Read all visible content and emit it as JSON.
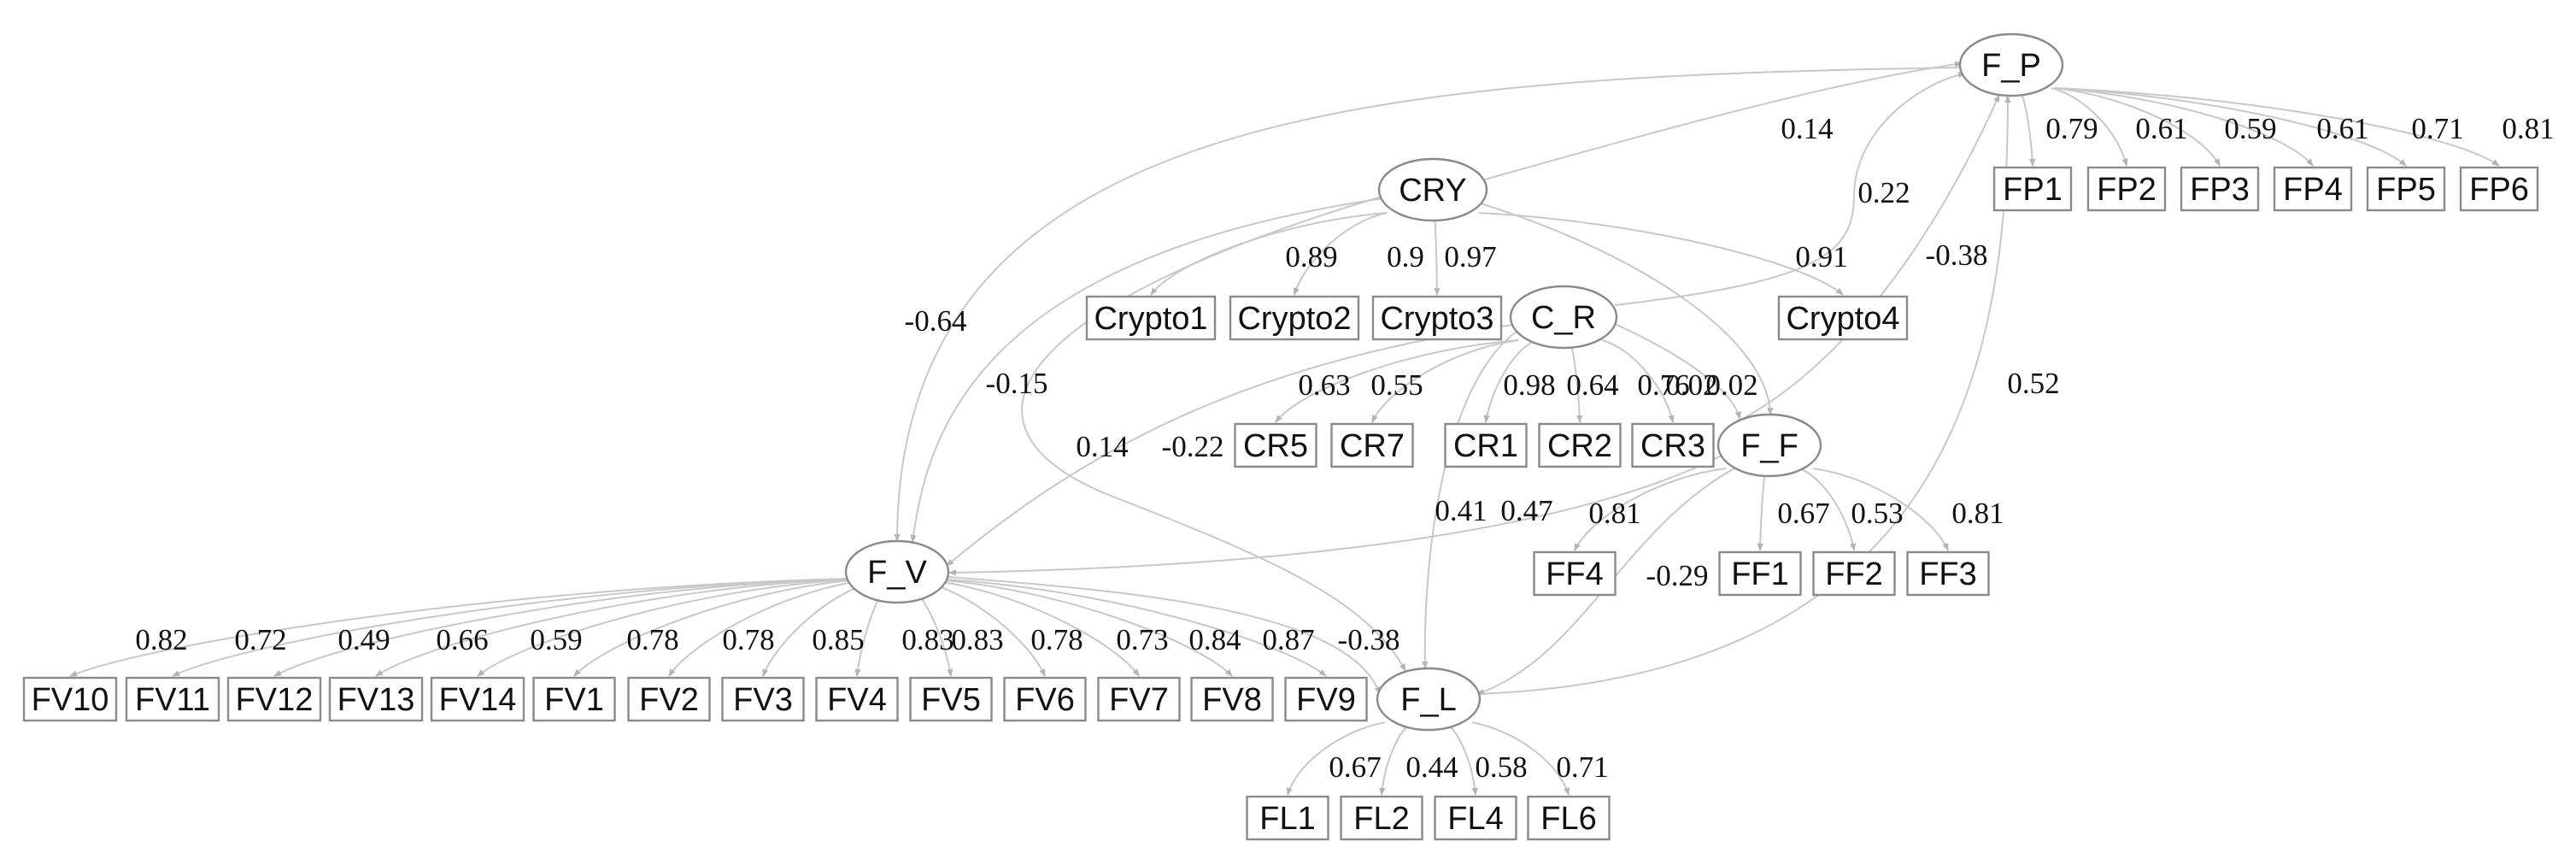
{
  "diagram": {
    "latent_factors": [
      "F_P",
      "CRY",
      "C_R",
      "F_F",
      "F_V",
      "F_L"
    ],
    "measurement": [
      {
        "factor": "F_P",
        "indicator": "FP1",
        "loading": "0.79"
      },
      {
        "factor": "F_P",
        "indicator": "FP2",
        "loading": "0.61"
      },
      {
        "factor": "F_P",
        "indicator": "FP3",
        "loading": "0.59"
      },
      {
        "factor": "F_P",
        "indicator": "FP4",
        "loading": "0.61"
      },
      {
        "factor": "F_P",
        "indicator": "FP5",
        "loading": "0.71"
      },
      {
        "factor": "F_P",
        "indicator": "FP6",
        "loading": "0.81"
      },
      {
        "factor": "CRY",
        "indicator": "Crypto1",
        "loading": "0.89"
      },
      {
        "factor": "CRY",
        "indicator": "Crypto2",
        "loading": "0.9"
      },
      {
        "factor": "CRY",
        "indicator": "Crypto3",
        "loading": "0.97"
      },
      {
        "factor": "CRY",
        "indicator": "Crypto4",
        "loading": "0.91"
      },
      {
        "factor": "C_R",
        "indicator": "CR5",
        "loading": "0.63"
      },
      {
        "factor": "C_R",
        "indicator": "CR7",
        "loading": "0.55"
      },
      {
        "factor": "C_R",
        "indicator": "CR1",
        "loading": "0.98"
      },
      {
        "factor": "C_R",
        "indicator": "CR2",
        "loading": "0.64"
      },
      {
        "factor": "C_R",
        "indicator": "CR3",
        "loading": "0.76"
      },
      {
        "factor": "F_F",
        "indicator": "FF4",
        "loading": "0.81"
      },
      {
        "factor": "F_F",
        "indicator": "FF1",
        "loading": "0.67"
      },
      {
        "factor": "F_F",
        "indicator": "FF2",
        "loading": "0.53"
      },
      {
        "factor": "F_F",
        "indicator": "FF3",
        "loading": "0.81"
      },
      {
        "factor": "F_V",
        "indicator": "FV10",
        "loading": "0.82"
      },
      {
        "factor": "F_V",
        "indicator": "FV11",
        "loading": "0.72"
      },
      {
        "factor": "F_V",
        "indicator": "FV12",
        "loading": "0.49"
      },
      {
        "factor": "F_V",
        "indicator": "FV13",
        "loading": "0.66"
      },
      {
        "factor": "F_V",
        "indicator": "FV14",
        "loading": "0.59"
      },
      {
        "factor": "F_V",
        "indicator": "FV1",
        "loading": "0.78"
      },
      {
        "factor": "F_V",
        "indicator": "FV2",
        "loading": "0.78"
      },
      {
        "factor": "F_V",
        "indicator": "FV3",
        "loading": "0.85"
      },
      {
        "factor": "F_V",
        "indicator": "FV4",
        "loading": "0.83"
      },
      {
        "factor": "F_V",
        "indicator": "FV5",
        "loading": "0.83"
      },
      {
        "factor": "F_V",
        "indicator": "FV6",
        "loading": "0.78"
      },
      {
        "factor": "F_V",
        "indicator": "FV7",
        "loading": "0.73"
      },
      {
        "factor": "F_V",
        "indicator": "FV8",
        "loading": "0.84"
      },
      {
        "factor": "F_V",
        "indicator": "FV9",
        "loading": "0.87"
      },
      {
        "factor": "F_L",
        "indicator": "FL1",
        "loading": "0.67"
      },
      {
        "factor": "F_L",
        "indicator": "FL2",
        "loading": "0.44"
      },
      {
        "factor": "F_L",
        "indicator": "FL4",
        "loading": "0.58"
      },
      {
        "factor": "F_L",
        "indicator": "FL6",
        "loading": "0.71"
      }
    ],
    "structural": [
      {
        "from": "CRY",
        "to": "F_P",
        "coef": "0.14"
      },
      {
        "from": "C_R",
        "to": "F_P",
        "coef": "0.22"
      },
      {
        "from": "F_F",
        "to": "F_P",
        "coef": "-0.38"
      },
      {
        "from": "F_L",
        "to": "F_P",
        "coef": "0.52"
      },
      {
        "from": "F_P",
        "to": "F_V",
        "coef": "-0.64"
      },
      {
        "from": "CRY",
        "to": "F_V",
        "coef": "-0.15"
      },
      {
        "from": "CRY",
        "to": "F_L",
        "coef": "0.14"
      },
      {
        "from": "CRY",
        "to": "F_F",
        "coef": "0.02"
      },
      {
        "from": "C_R",
        "to": "F_F",
        "coef": "0.02"
      },
      {
        "from": "C_R",
        "to": "F_V",
        "coef": "-0.22"
      },
      {
        "from": "C_R",
        "to": "F_L",
        "coef": "0.41"
      },
      {
        "from": "F_F",
        "to": "F_V",
        "coef": "0.47"
      },
      {
        "from": "F_F",
        "to": "F_L",
        "coef": "-0.29"
      },
      {
        "from": "F_V",
        "to": "F_L",
        "coef": "-0.38"
      }
    ],
    "colors": {
      "edge": "#c8c8c8",
      "node_border": "#8a8a8a",
      "text": "#111111"
    }
  }
}
